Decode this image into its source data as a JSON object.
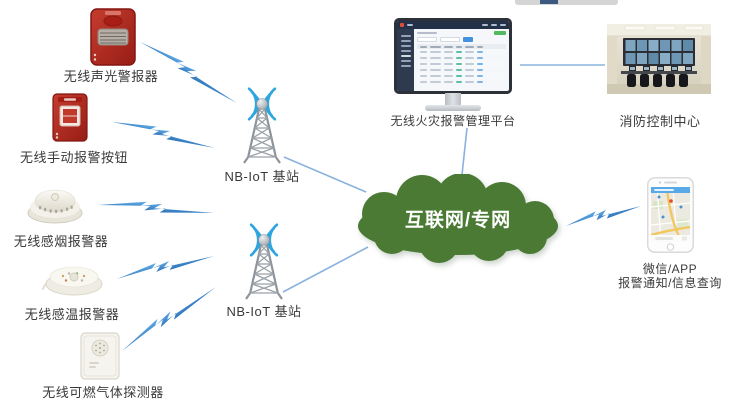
{
  "diagram": {
    "devices": [
      {
        "id": "sound-light-alarm",
        "label": "无线声光警报器"
      },
      {
        "id": "manual-call-point",
        "label": "无线手动报警按钮"
      },
      {
        "id": "smoke-detector",
        "label": "无线感烟报警器"
      },
      {
        "id": "heat-detector",
        "label": "无线感温报警器"
      },
      {
        "id": "gas-detector",
        "label": "无线可燃气体探测器"
      }
    ],
    "base_stations": [
      {
        "label": "NB-IoT 基站"
      },
      {
        "label": "NB-IoT 基站"
      }
    ],
    "cloud": {
      "label": "互联网/专网"
    },
    "platform": {
      "label": "无线火灾报警管理平台"
    },
    "control_center": {
      "label": "消防控制中心"
    },
    "mobile": {
      "line1": "微信/APP",
      "line2": "报警通知/信息查询"
    },
    "connections": [
      {
        "from": "无线声光警报器",
        "to": "NB-IoT 基站(上)",
        "style": "lightning"
      },
      {
        "from": "无线手动报警按钮",
        "to": "NB-IoT 基站(上)",
        "style": "lightning"
      },
      {
        "from": "无线感烟报警器",
        "to": "NB-IoT 基站(下)",
        "style": "lightning"
      },
      {
        "from": "无线感温报警器",
        "to": "NB-IoT 基站(下)",
        "style": "lightning"
      },
      {
        "from": "无线可燃气体探测器",
        "to": "NB-IoT 基站(下)",
        "style": "lightning"
      },
      {
        "from": "NB-IoT 基站(上)",
        "to": "互联网/专网",
        "style": "line"
      },
      {
        "from": "NB-IoT 基站(下)",
        "to": "互联网/专网",
        "style": "line"
      },
      {
        "from": "互联网/专网",
        "to": "无线火灾报警管理平台",
        "style": "line"
      },
      {
        "from": "无线火灾报警管理平台",
        "to": "消防控制中心",
        "style": "line"
      },
      {
        "from": "互联网/专网",
        "to": "微信/APP",
        "style": "lightning"
      }
    ],
    "colors": {
      "cloud_green": "#4a7a34",
      "bolt_blue": "#3c87cf",
      "line_blue": "#88b0da",
      "device_red": "#b02a20",
      "wave_blue": "#2ba6df"
    }
  }
}
